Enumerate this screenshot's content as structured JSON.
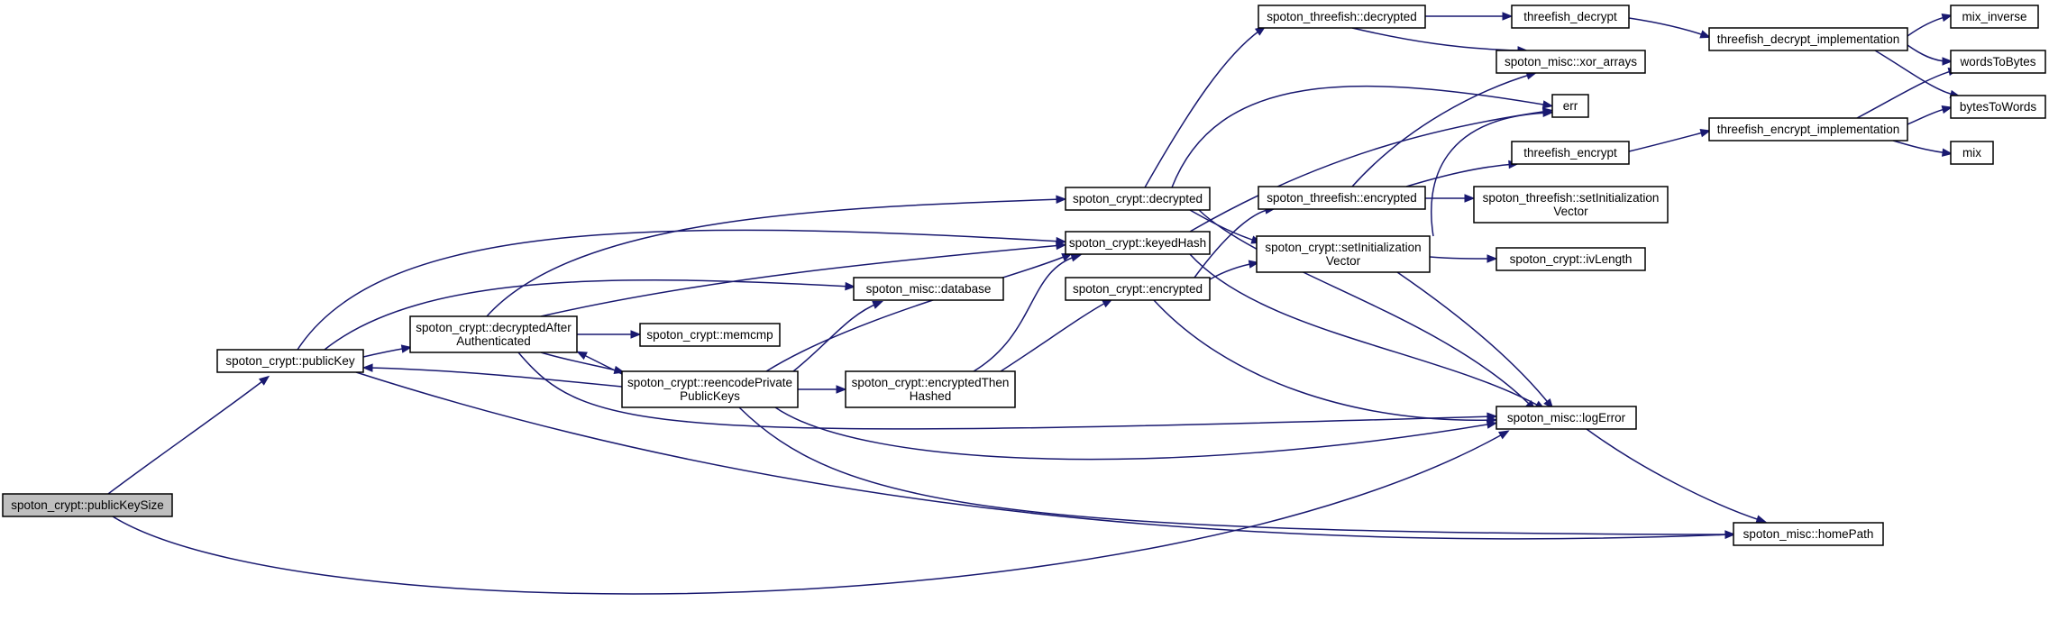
{
  "graph": {
    "nodes": [
      {
        "id": "publicKeySize",
        "label": [
          "spoton_crypt::publicKeySize"
        ],
        "root": true
      },
      {
        "id": "publicKey",
        "label": [
          "spoton_crypt::publicKey"
        ]
      },
      {
        "id": "decryptedAfterAuthenticated",
        "label": [
          "spoton_crypt::decryptedAfter",
          "Authenticated"
        ]
      },
      {
        "id": "reencodePrivatePublicKeys",
        "label": [
          "spoton_crypt::reencodePrivate",
          "PublicKeys"
        ]
      },
      {
        "id": "memcmp",
        "label": [
          "spoton_crypt::memcmp"
        ]
      },
      {
        "id": "database",
        "label": [
          "spoton_misc::database"
        ]
      },
      {
        "id": "decrypted",
        "label": [
          "spoton_crypt::decrypted"
        ]
      },
      {
        "id": "keyedHash",
        "label": [
          "spoton_crypt::keyedHash"
        ]
      },
      {
        "id": "encrypted",
        "label": [
          "spoton_crypt::encrypted"
        ]
      },
      {
        "id": "encryptedThenHashed",
        "label": [
          "spoton_crypt::encryptedThen",
          "Hashed"
        ]
      },
      {
        "id": "threefishDecryptedM",
        "label": [
          "spoton_threefish::decrypted"
        ]
      },
      {
        "id": "threefishEncryptedM",
        "label": [
          "spoton_threefish::encrypted"
        ]
      },
      {
        "id": "setIVCrypt",
        "label": [
          "spoton_crypt::setInitialization",
          "Vector"
        ]
      },
      {
        "id": "xorArrays",
        "label": [
          "spoton_misc::xor_arrays"
        ]
      },
      {
        "id": "err",
        "label": [
          "err"
        ]
      },
      {
        "id": "logError",
        "label": [
          "spoton_misc::logError"
        ]
      },
      {
        "id": "homePath",
        "label": [
          "spoton_misc::homePath"
        ]
      },
      {
        "id": "threefishDecrypt",
        "label": [
          "threefish_decrypt"
        ]
      },
      {
        "id": "threefishEncrypt",
        "label": [
          "threefish_encrypt"
        ]
      },
      {
        "id": "setIVThreefish",
        "label": [
          "spoton_threefish::setInitialization",
          "Vector"
        ]
      },
      {
        "id": "ivLength",
        "label": [
          "spoton_crypt::ivLength"
        ]
      },
      {
        "id": "decryptImpl",
        "label": [
          "threefish_decrypt_implementation"
        ]
      },
      {
        "id": "encryptImpl",
        "label": [
          "threefish_encrypt_implementation"
        ]
      },
      {
        "id": "mixInverse",
        "label": [
          "mix_inverse"
        ]
      },
      {
        "id": "wordsToBytes",
        "label": [
          "wordsToBytes"
        ]
      },
      {
        "id": "bytesToWords",
        "label": [
          "bytesToWords"
        ]
      },
      {
        "id": "mix",
        "label": [
          "mix"
        ]
      }
    ],
    "edges": [
      [
        "publicKeySize",
        "publicKey"
      ],
      [
        "publicKeySize",
        "logError"
      ],
      [
        "publicKey",
        "decryptedAfterAuthenticated"
      ],
      [
        "publicKey",
        "keyedHash"
      ],
      [
        "publicKey",
        "database"
      ],
      [
        "publicKey",
        "homePath"
      ],
      [
        "decryptedAfterAuthenticated",
        "memcmp"
      ],
      [
        "decryptedAfterAuthenticated",
        "reencodePrivatePublicKeys"
      ],
      [
        "decryptedAfterAuthenticated",
        "decrypted"
      ],
      [
        "decryptedAfterAuthenticated",
        "keyedHash"
      ],
      [
        "decryptedAfterAuthenticated",
        "logError"
      ],
      [
        "reencodePrivatePublicKeys",
        "publicKey"
      ],
      [
        "reencodePrivatePublicKeys",
        "decryptedAfterAuthenticated"
      ],
      [
        "reencodePrivatePublicKeys",
        "database"
      ],
      [
        "reencodePrivatePublicKeys",
        "keyedHash"
      ],
      [
        "reencodePrivatePublicKeys",
        "encryptedThenHashed"
      ],
      [
        "reencodePrivatePublicKeys",
        "logError"
      ],
      [
        "reencodePrivatePublicKeys",
        "homePath"
      ],
      [
        "encryptedThenHashed",
        "keyedHash"
      ],
      [
        "encryptedThenHashed",
        "encrypted"
      ],
      [
        "decrypted",
        "threefishDecryptedM"
      ],
      [
        "decrypted",
        "err"
      ],
      [
        "decrypted",
        "setIVCrypt"
      ],
      [
        "decrypted",
        "logError"
      ],
      [
        "keyedHash",
        "err"
      ],
      [
        "keyedHash",
        "logError"
      ],
      [
        "encrypted",
        "threefishEncryptedM"
      ],
      [
        "encrypted",
        "setIVCrypt"
      ],
      [
        "encrypted",
        "logError"
      ],
      [
        "threefishDecryptedM",
        "threefishDecrypt"
      ],
      [
        "threefishDecryptedM",
        "xorArrays"
      ],
      [
        "threefishEncryptedM",
        "xorArrays"
      ],
      [
        "threefishEncryptedM",
        "threefishEncrypt"
      ],
      [
        "threefishEncryptedM",
        "setIVThreefish"
      ],
      [
        "setIVCrypt",
        "err"
      ],
      [
        "setIVCrypt",
        "ivLength"
      ],
      [
        "setIVCrypt",
        "logError"
      ],
      [
        "logError",
        "homePath"
      ],
      [
        "threefishDecrypt",
        "decryptImpl"
      ],
      [
        "threefishEncrypt",
        "encryptImpl"
      ],
      [
        "decryptImpl",
        "mixInverse"
      ],
      [
        "decryptImpl",
        "wordsToBytes"
      ],
      [
        "decryptImpl",
        "bytesToWords"
      ],
      [
        "encryptImpl",
        "wordsToBytes"
      ],
      [
        "encryptImpl",
        "bytesToWords"
      ],
      [
        "encryptImpl",
        "mix"
      ]
    ]
  }
}
